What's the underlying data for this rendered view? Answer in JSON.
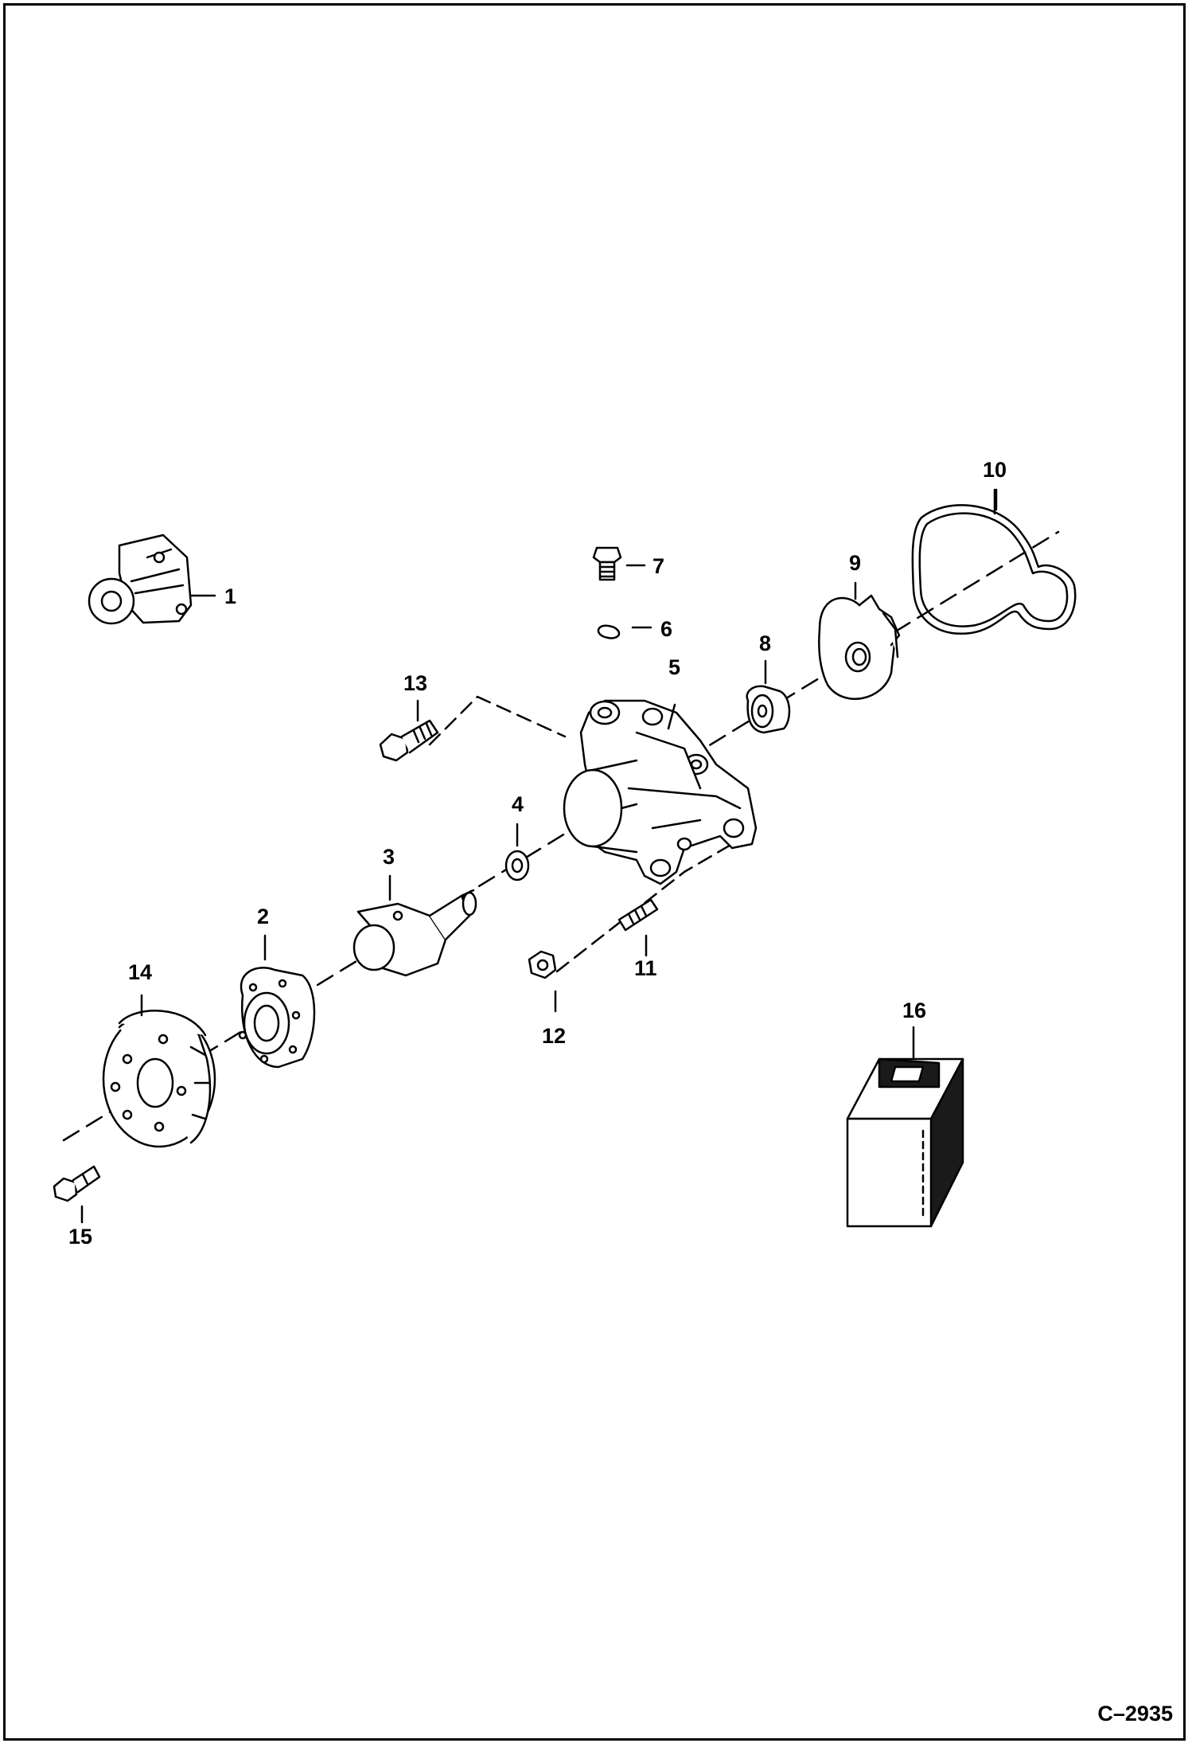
{
  "figure_ref": "C–2935",
  "callouts": {
    "c1": "1",
    "c2": "2",
    "c3": "3",
    "c4": "4",
    "c5": "5",
    "c6": "6",
    "c7": "7",
    "c8": "8",
    "c9": "9",
    "c10": "10",
    "c11": "11",
    "c12": "12",
    "c13": "13",
    "c14": "14",
    "c15": "15",
    "c16": "16"
  },
  "colors": {
    "ink": "#000000",
    "paper": "#ffffff",
    "stripe": "#1a1a1a"
  }
}
